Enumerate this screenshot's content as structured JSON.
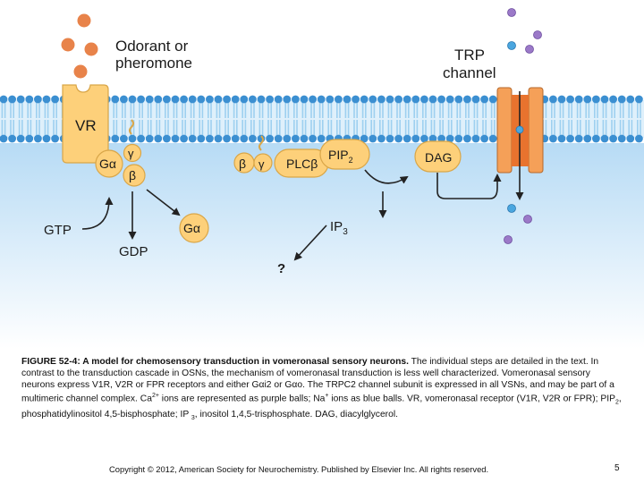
{
  "diagram": {
    "labels": {
      "odorant_line1": "Odorant or",
      "odorant_line2": "pheromone",
      "trp_line1": "TRP",
      "trp_line2": "channel",
      "vr": "VR",
      "g_alpha_receptor": "Gα",
      "gamma_receptor": "γ",
      "beta_receptor": "β",
      "beta_plc": "β",
      "gamma_plc": "γ",
      "plc_beta": "PLCβ",
      "pip2": "PIP",
      "pip2_sub": "2",
      "dag": "DAG",
      "gtp": "GTP",
      "gdp": "GDP",
      "g_alpha_free": "Gα",
      "ip3": "IP",
      "ip3_sub": "3",
      "question": "?"
    },
    "colors": {
      "membrane_head": "#3b8fd1",
      "membrane_tail": "#9ed0f0",
      "cytoplasm": "#cfe7f8",
      "protein": "#fdd07a",
      "protein_stroke": "#d9a648",
      "odorant": "#e8834a",
      "channel_core": "#e8732e",
      "calcium": "#9b79c8",
      "sodium": "#4aa6df",
      "arrow": "#222222"
    }
  },
  "caption": {
    "heading": "FIGURE 52-4: A model for chemosensory transduction in vomeronasal sensory neurons.",
    "text1": " The individual steps are detailed in the text. In contrast to the transduction cascade in OSNs, the mechanism of vomeronasal transduction is less well characterized. Vomeronasal sensory neurons express V1R, V2R or FPR receptors and either Gαi2 or Gαo. The TRPC2 channel subunit is expressed in all VSNs, and may be part of a multimeric channel complex. Ca",
    "ca_sup": "2+",
    "text2": " ions are represented as purple balls; Na",
    "na_sup": "+",
    "text3": " ions as blue balls. VR, vomeronasal receptor (V1R, V2R or FPR); PIP",
    "pip_sub": "2",
    "text4": ", phosphatidylinositol 4,5-bisphosphate; IP ",
    "ip_sub": "3",
    "text5": ", inositol 1,4,5-trisphosphate. DAG, diacylglycerol."
  },
  "footer": {
    "copyright": "Copyright © 2012, American Society for Neurochemistry. Published by Elsevier Inc. All rights reserved.",
    "page_number": "5"
  }
}
